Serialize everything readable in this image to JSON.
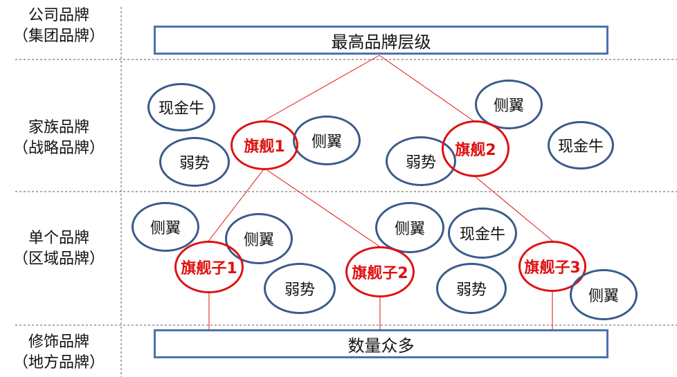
{
  "levels": [
    {
      "line1": "公司品牌",
      "line2": "（集团品牌）"
    },
    {
      "line1": "家族品牌",
      "line2": "（战略品牌）"
    },
    {
      "line1": "单个品牌",
      "line2": "（区域品牌）"
    },
    {
      "line1": "修饰品牌",
      "line2": "（地方品牌）"
    }
  ],
  "top_box": "最高品牌层级",
  "bottom_box": "数量众多",
  "nodes": {
    "cash_cow_1": "现金牛",
    "weak_1": "弱势",
    "flagship_1": "旗舰1",
    "wing_1": "侧翼",
    "wing_2": "侧翼",
    "weak_2": "弱势",
    "flagship_2": "旗舰2",
    "cash_cow_2": "现金牛",
    "wing_3": "侧翼",
    "wing_4": "侧翼",
    "sub_flagship_1": "旗舰子1",
    "weak_3": "弱势",
    "wing_5": "侧翼",
    "sub_flagship_2": "旗舰子2",
    "cash_cow_3": "现金牛",
    "weak_4": "弱势",
    "sub_flagship_3": "旗舰子3",
    "wing_6": "侧翼"
  },
  "colors": {
    "box_border": "#4a72b0",
    "node_border": "#3a5a8c",
    "flagship": "#e01010",
    "divider": "#555555"
  }
}
